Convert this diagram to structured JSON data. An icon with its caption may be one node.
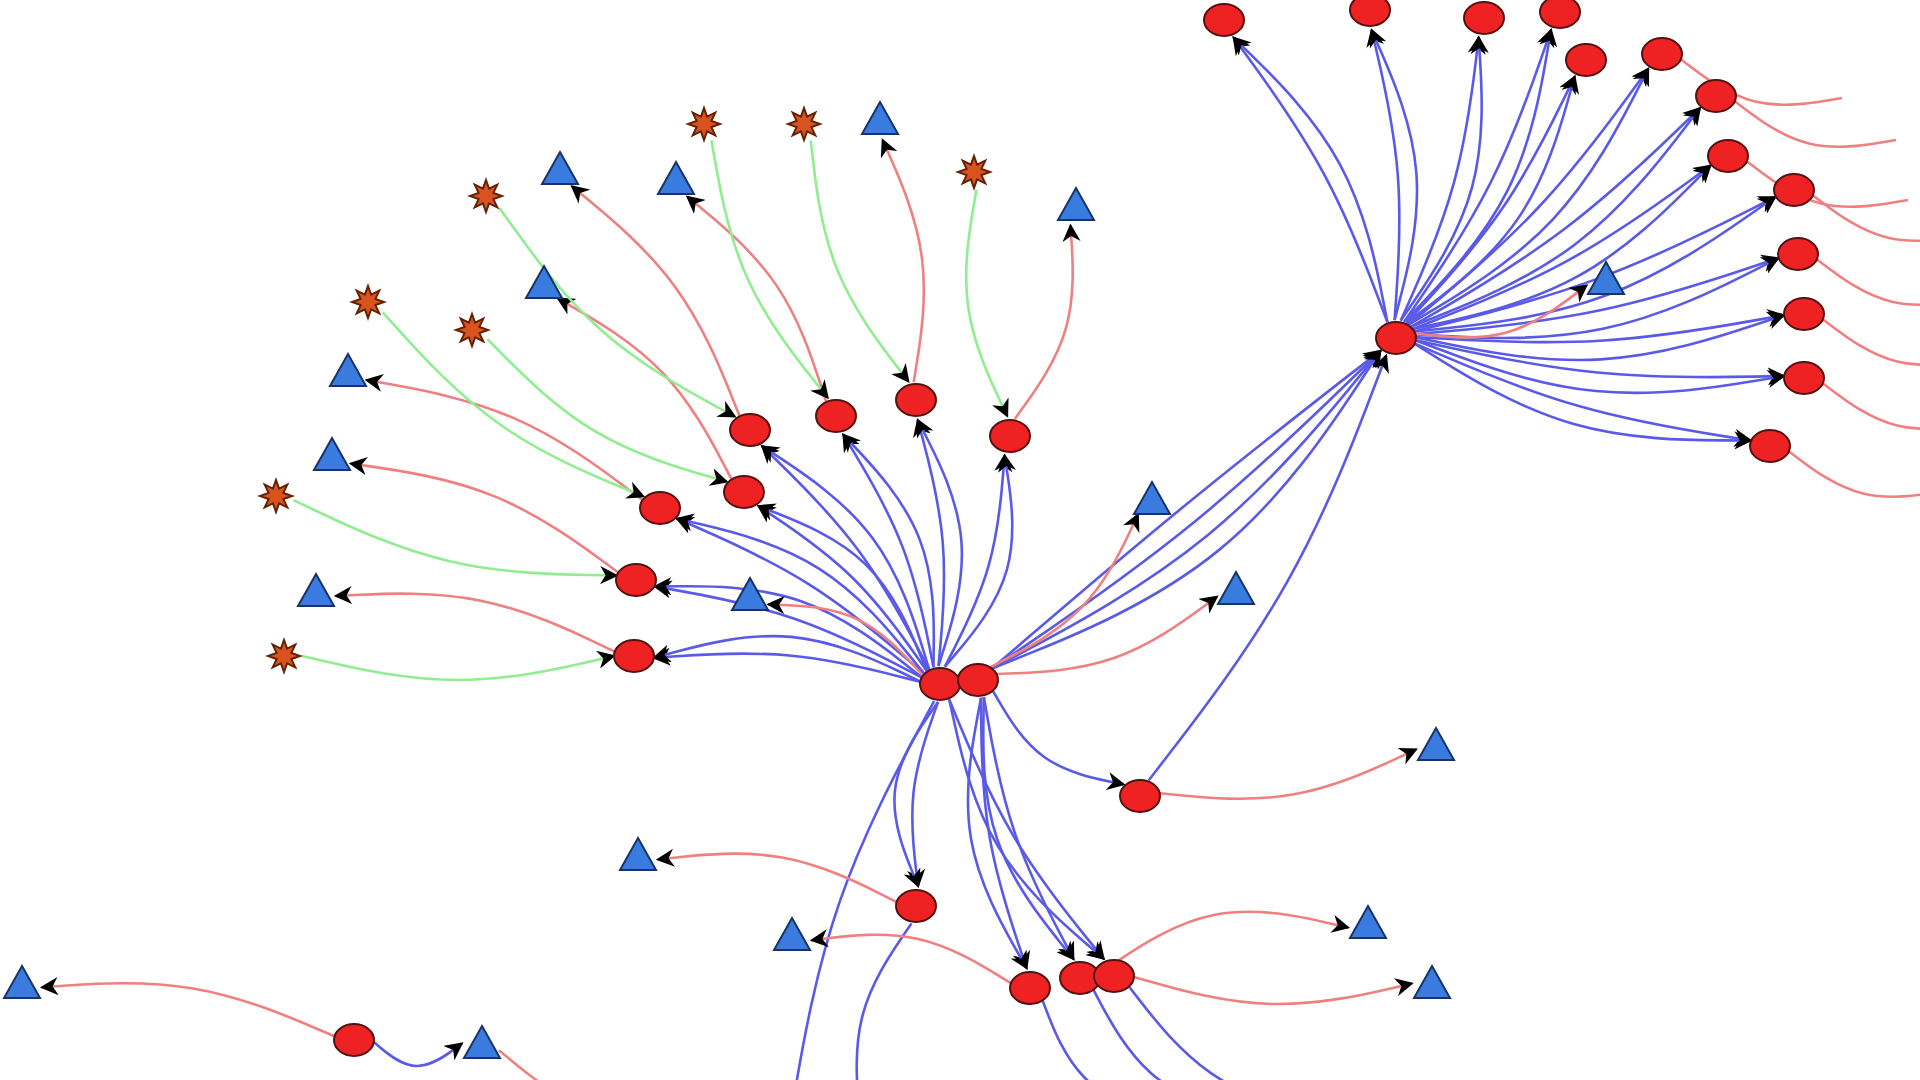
{
  "diagram": {
    "nodes": [
      {
        "text": [],
        "shape": "circle"
      },
      {
        "text": [],
        "shape": "circle"
      },
      {
        "text": [],
        "shape": "circle"
      },
      {
        "text": [],
        "shape": "circle"
      },
      {
        "text": [],
        "shape": "circle"
      },
      {
        "text": [],
        "shape": "circle"
      },
      {
        "text": [],
        "shape": "circle"
      },
      {
        "text": [],
        "shape": "circle"
      },
      {
        "text": [],
        "shape": "circle"
      },
      {
        "text": [],
        "shape": "circle"
      },
      {
        "text": [],
        "shape": "circle"
      },
      {
        "text": [],
        "shape": "circle"
      },
      {
        "text": [],
        "shape": "circle"
      },
      {
        "text": [],
        "shape": "circle"
      },
      {
        "text": [],
        "shape": "circle"
      },
      {
        "text": [],
        "shape": "circle"
      },
      {
        "text": [],
        "shape": "circle"
      },
      {
        "text": [],
        "shape": "circle"
      },
      {
        "text": [],
        "shape": "circle"
      },
      {
        "text": [],
        "shape": "circle"
      },
      {
        "text": [],
        "shape": "circle"
      },
      {
        "text": [],
        "shape": "circle"
      },
      {
        "text": [],
        "shape": "circle"
      },
      {
        "text": [],
        "shape": "circle"
      },
      {
        "text": [],
        "shape": "circle"
      },
      {
        "text": [],
        "shape": "circle"
      },
      {
        "text": [],
        "shape": "circle"
      },
      {
        "text": [],
        "shape": "circle"
      },
      {
        "text": [],
        "shape": "circle"
      },
      {
        "text": [],
        "shape": "circle"
      },
      {
        "text": [],
        "shape": "triangle"
      },
      {
        "text": [],
        "shape": "triangle"
      },
      {
        "text": [],
        "shape": "triangle"
      },
      {
        "text": [],
        "shape": "triangle"
      },
      {
        "text": [],
        "shape": "triangle"
      },
      {
        "text": [],
        "shape": "triangle"
      },
      {
        "text": [],
        "shape": "triangle"
      },
      {
        "text": [],
        "shape": "triangle"
      },
      {
        "text": [],
        "shape": "triangle"
      },
      {
        "text": [],
        "shape": "triangle"
      },
      {
        "text": [],
        "shape": "triangle"
      },
      {
        "text": [],
        "shape": "triangle"
      },
      {
        "text": [],
        "shape": "triangle"
      },
      {
        "text": [],
        "shape": "triangle"
      },
      {
        "text": [],
        "shape": "triangle"
      },
      {
        "text": [],
        "shape": "triangle"
      },
      {
        "text": [],
        "shape": "triangle"
      },
      {
        "text": [],
        "shape": "triangle"
      },
      {
        "text": [],
        "shape": "triangle"
      },
      {
        "text": [],
        "shape": "star"
      },
      {
        "text": [],
        "shape": "star"
      },
      {
        "text": [],
        "shape": "star"
      },
      {
        "text": [],
        "shape": "star"
      },
      {
        "text": [],
        "shape": "star"
      },
      {
        "text": [],
        "shape": "star"
      },
      {
        "text": [],
        "shape": "star"
      },
      {
        "text": [],
        "shape": "star"
      }
    ],
    "edges": [
      {
        "from": 0,
        "to": 3,
        "arrow": "to"
      },
      {
        "from": 0,
        "to": 3,
        "arrow": "to"
      },
      {
        "from": 0,
        "to": 4,
        "arrow": "to"
      },
      {
        "from": 0,
        "to": 4,
        "arrow": "to"
      },
      {
        "from": 0,
        "to": 5,
        "arrow": "to"
      },
      {
        "from": 0,
        "to": 5,
        "arrow": "to"
      },
      {
        "from": 0,
        "to": 6,
        "arrow": "to"
      },
      {
        "from": 0,
        "to": 6,
        "arrow": "to"
      },
      {
        "from": 0,
        "to": 7,
        "arrow": "to"
      },
      {
        "from": 0,
        "to": 7,
        "arrow": "to"
      },
      {
        "from": 0,
        "to": 8,
        "arrow": "to"
      },
      {
        "from": 0,
        "to": 8,
        "arrow": "to"
      },
      {
        "from": 0,
        "to": 9,
        "arrow": "to"
      },
      {
        "from": 0,
        "to": 9,
        "arrow": "to"
      },
      {
        "from": 0,
        "to": 10,
        "arrow": "to"
      },
      {
        "from": 0,
        "to": 10,
        "arrow": "to"
      },
      {
        "from": 1,
        "to": 11,
        "arrow": "to"
      },
      {
        "from": 0,
        "to": 12,
        "arrow": "to"
      },
      {
        "from": 0,
        "to": 12,
        "arrow": "to"
      },
      {
        "from": 1,
        "to": 13,
        "arrow": "to"
      },
      {
        "from": 1,
        "to": 13,
        "arrow": "to"
      },
      {
        "from": 1,
        "to": 14,
        "arrow": "to"
      },
      {
        "from": 1,
        "to": 14,
        "arrow": "to"
      },
      {
        "from": 0,
        "to": 15,
        "arrow": "to"
      },
      {
        "from": 0,
        "to": 15,
        "arrow": "to"
      },
      {
        "from": 1,
        "to": 2,
        "arrow": "to"
      },
      {
        "from": 1,
        "to": 2,
        "arrow": "to"
      },
      {
        "from": 1,
        "to": 2,
        "arrow": "to"
      },
      {
        "from": 1,
        "to": 2,
        "arrow": "to"
      },
      {
        "from": 2,
        "to": 17,
        "arrow": "to"
      },
      {
        "from": 2,
        "to": 17,
        "arrow": "to"
      },
      {
        "from": 2,
        "to": 18,
        "arrow": "to"
      },
      {
        "from": 2,
        "to": 18,
        "arrow": "to"
      },
      {
        "from": 2,
        "to": 19,
        "arrow": "to"
      },
      {
        "from": 2,
        "to": 19,
        "arrow": "to"
      },
      {
        "from": 2,
        "to": 20,
        "arrow": "to"
      },
      {
        "from": 2,
        "to": 20,
        "arrow": "to"
      },
      {
        "from": 2,
        "to": 21,
        "arrow": "to"
      },
      {
        "from": 2,
        "to": 21,
        "arrow": "to"
      },
      {
        "from": 2,
        "to": 22,
        "arrow": "to"
      },
      {
        "from": 2,
        "to": 22,
        "arrow": "to"
      },
      {
        "from": 2,
        "to": 23,
        "arrow": "to"
      },
      {
        "from": 2,
        "to": 23,
        "arrow": "to"
      },
      {
        "from": 2,
        "to": 24,
        "arrow": "to"
      },
      {
        "from": 2,
        "to": 24,
        "arrow": "to"
      },
      {
        "from": 2,
        "to": 25,
        "arrow": "to"
      },
      {
        "from": 2,
        "to": 25,
        "arrow": "to"
      },
      {
        "from": 2,
        "to": 26,
        "arrow": "to"
      },
      {
        "from": 2,
        "to": 26,
        "arrow": "to"
      },
      {
        "from": 2,
        "to": 27,
        "arrow": "to"
      },
      {
        "from": 2,
        "to": 27,
        "arrow": "to"
      },
      {
        "from": 2,
        "to": 28,
        "arrow": "to"
      },
      {
        "from": 2,
        "to": 28,
        "arrow": "to"
      },
      {
        "from": 2,
        "to": 29,
        "arrow": "to"
      },
      {
        "from": 2,
        "to": 29,
        "arrow": "to"
      },
      {
        "from": 11,
        "to": 2,
        "arrow": "to"
      },
      {
        "from": 16,
        "to": 48,
        "arrow": "to"
      },
      {
        "from": 13,
        "to": null,
        "arrow": "none"
      },
      {
        "from": 14,
        "to": null,
        "arrow": "none"
      },
      {
        "from": 15,
        "to": null,
        "arrow": "none"
      },
      {
        "from": 12,
        "to": null,
        "arrow": "none"
      },
      {
        "from": 0,
        "to": null,
        "arrow": "none"
      },
      {
        "from": 3,
        "to": 30,
        "arrow": "to",
        "color": "#f08080"
      },
      {
        "from": 4,
        "to": 31,
        "arrow": "to",
        "color": "#f08080"
      },
      {
        "from": 5,
        "to": 32,
        "arrow": "to",
        "color": "#f08080"
      },
      {
        "from": 6,
        "to": 33,
        "arrow": "to",
        "color": "#f08080"
      },
      {
        "from": 7,
        "to": 34,
        "arrow": "to",
        "color": "#f08080"
      },
      {
        "from": 8,
        "to": 35,
        "arrow": "to",
        "color": "#f08080"
      },
      {
        "from": 9,
        "to": 36,
        "arrow": "to",
        "color": "#f08080"
      },
      {
        "from": 10,
        "to": 37,
        "arrow": "to",
        "color": "#f08080"
      },
      {
        "from": 0,
        "to": 38,
        "arrow": "to",
        "color": "#f08080"
      },
      {
        "from": 1,
        "to": 39,
        "arrow": "to",
        "color": "#f08080"
      },
      {
        "from": 1,
        "to": 40,
        "arrow": "to",
        "color": "#f08080"
      },
      {
        "from": 2,
        "to": 41,
        "arrow": "to",
        "color": "#f08080"
      },
      {
        "from": 11,
        "to": 42,
        "arrow": "to",
        "color": "#f08080"
      },
      {
        "from": 12,
        "to": 43,
        "arrow": "to",
        "color": "#f08080"
      },
      {
        "from": 13,
        "to": 44,
        "arrow": "to",
        "color": "#f08080"
      },
      {
        "from": 14,
        "to": 45,
        "arrow": "to",
        "color": "#f08080"
      },
      {
        "from": 15,
        "to": 46,
        "arrow": "to",
        "color": "#f08080"
      },
      {
        "from": 16,
        "to": 47,
        "arrow": "to",
        "color": "#f08080"
      },
      {
        "from": 48,
        "to": null,
        "arrow": "none",
        "color": "#f08080"
      },
      {
        "from": 22,
        "to": null,
        "arrow": "none",
        "color": "#f08080"
      },
      {
        "from": 23,
        "to": null,
        "arrow": "none",
        "color": "#f08080"
      },
      {
        "from": 24,
        "to": null,
        "arrow": "none",
        "color": "#f08080"
      },
      {
        "from": 25,
        "to": null,
        "arrow": "none",
        "color": "#f08080"
      },
      {
        "from": 26,
        "to": null,
        "arrow": "none",
        "color": "#f08080"
      },
      {
        "from": 27,
        "to": null,
        "arrow": "none",
        "color": "#f08080"
      },
      {
        "from": 28,
        "to": null,
        "arrow": "none",
        "color": "#f08080"
      },
      {
        "from": 29,
        "to": null,
        "arrow": "none",
        "color": "#f08080"
      },
      {
        "from": 49,
        "to": 4,
        "arrow": "to",
        "color": "#90ee90"
      },
      {
        "from": 50,
        "to": 5,
        "arrow": "to",
        "color": "#90ee90"
      },
      {
        "from": 51,
        "to": 6,
        "arrow": "to",
        "color": "#90ee90"
      },
      {
        "from": 52,
        "to": 3,
        "arrow": "to",
        "color": "#90ee90"
      },
      {
        "from": 54,
        "to": 7,
        "arrow": "to",
        "color": "#90ee90"
      },
      {
        "from": 53,
        "to": 8,
        "arrow": "to",
        "color": "#90ee90"
      },
      {
        "from": 55,
        "to": 9,
        "arrow": "to",
        "color": "#90ee90"
      },
      {
        "from": 56,
        "to": 10,
        "arrow": "to",
        "color": "#90ee90"
      }
    ]
  }
}
